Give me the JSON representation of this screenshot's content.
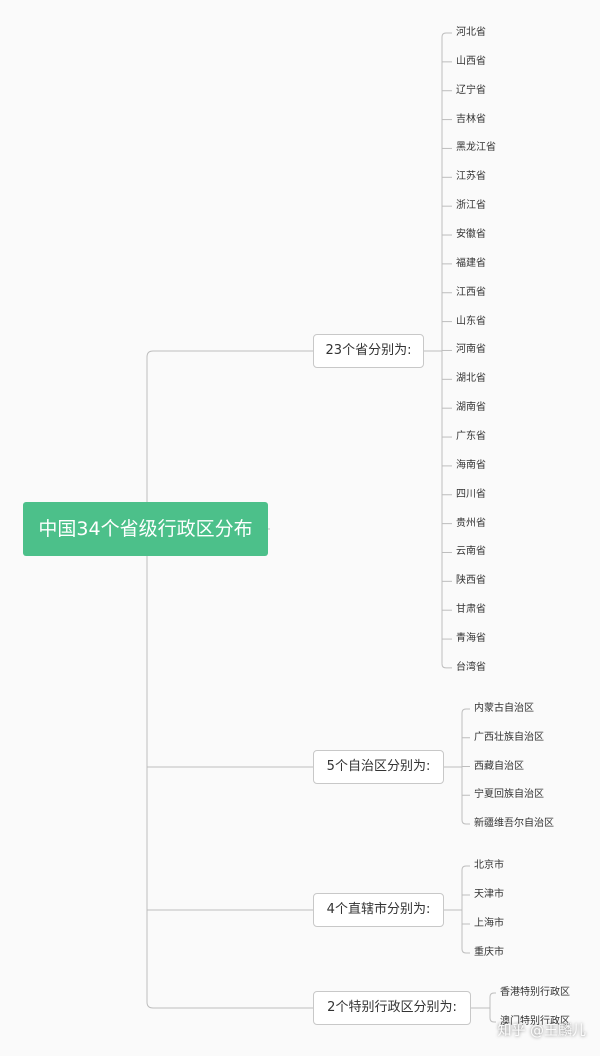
{
  "root": {
    "label": "中国34个省级行政区分布"
  },
  "branches": [
    {
      "label": "23个省分别为:",
      "items": [
        "河北省",
        "山西省",
        "辽宁省",
        "吉林省",
        "黑龙江省",
        "江苏省",
        "浙江省",
        "安徽省",
        "福建省",
        "江西省",
        "山东省",
        "河南省",
        "湖北省",
        "湖南省",
        "广东省",
        "海南省",
        "四川省",
        "贵州省",
        "云南省",
        "陕西省",
        "甘肃省",
        "青海省",
        "台湾省"
      ]
    },
    {
      "label": "5个自治区分别为:",
      "items": [
        "内蒙古自治区",
        "广西壮族自治区",
        "西藏自治区",
        "宁夏回族自治区",
        "新疆维吾尔自治区"
      ]
    },
    {
      "label": "4个直辖市分别为:",
      "items": [
        "北京市",
        "天津市",
        "上海市",
        "重庆市"
      ]
    },
    {
      "label": "2个特别行政区分别为:",
      "items": [
        "香港特别行政区",
        "澳门特别行政区"
      ]
    }
  ],
  "watermark": "知乎 @王麟儿",
  "colors": {
    "root_bg": "#4cc08a",
    "line": "#bdbdbd",
    "text": "#333333"
  }
}
